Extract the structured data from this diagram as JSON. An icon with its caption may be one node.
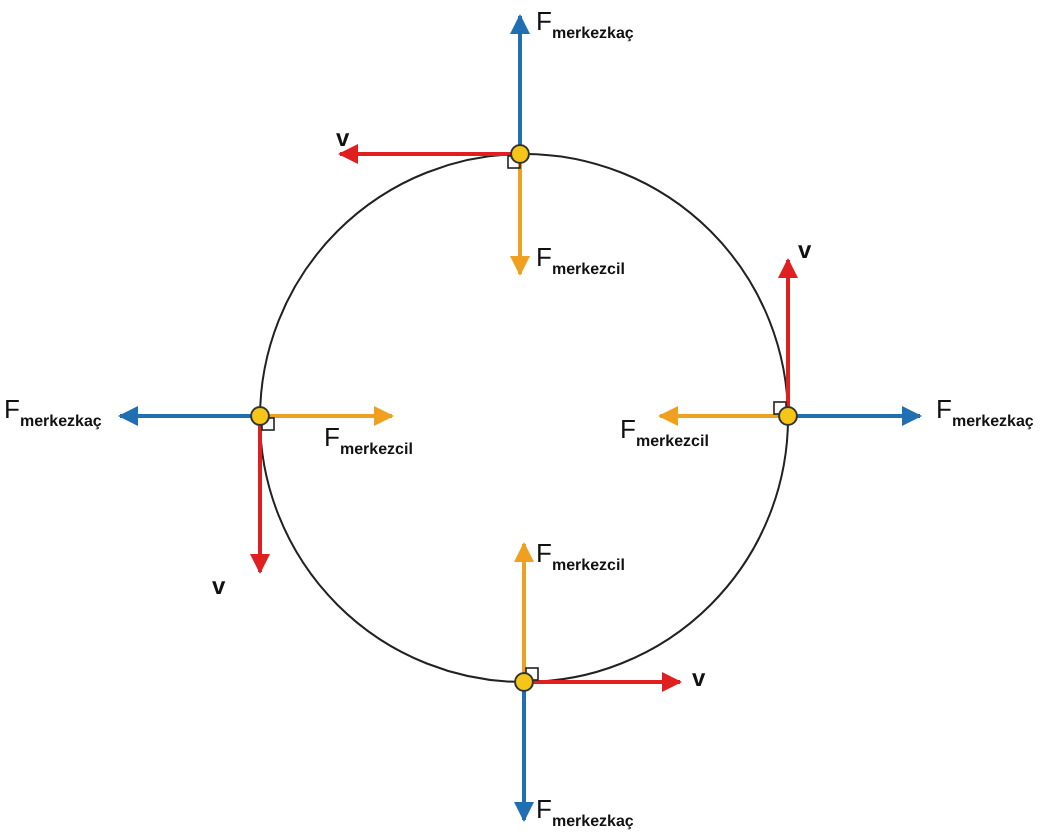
{
  "diagram": {
    "labels": [
      "F$_{merkezkaç}$",
      "v",
      "F$_{merkezcil}$",
      "v",
      "F$_{merkezkaç}$",
      "F$_{merkezkaç}$",
      "F$_{merkezcil}$",
      "F$_{merkezcil}$",
      "v",
      "F$_{merkezcil}$",
      "v",
      "F$_{merkezkaç}$"
    ]
  }
}
